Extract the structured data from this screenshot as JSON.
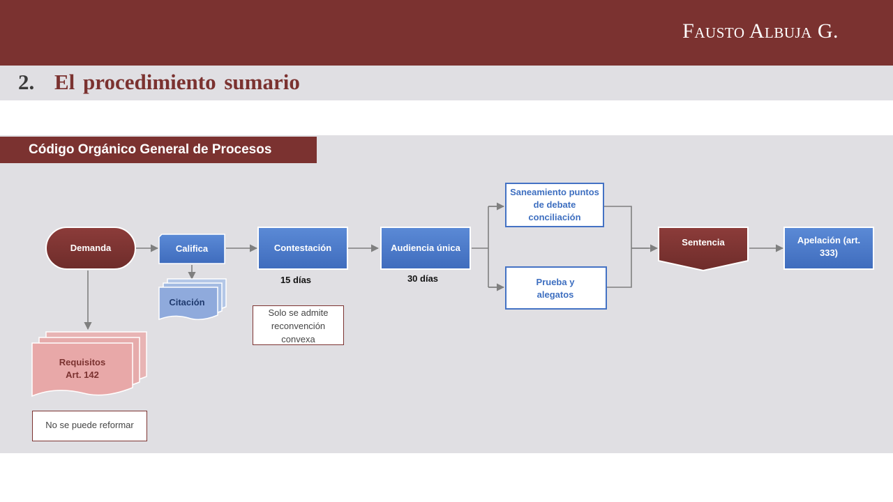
{
  "header": {
    "author": "Fausto Albuja G.",
    "section_number": "2.",
    "section_title": "El procedimiento sumario"
  },
  "panel": {
    "tab_label": "Código Orgánico General de Procesos"
  },
  "flow": {
    "demanda": "Demanda",
    "califica": "Califica",
    "citacion": "Citación",
    "contestacion": "Contestación",
    "contestacion_term": "15 días",
    "audiencia": "Audiencia única",
    "audiencia_term": "30 días",
    "saneamiento": "Saneamiento puntos de debate conciliación",
    "prueba": "Prueba y alegatos",
    "sentencia": "Sentencia",
    "apelacion": "Apelación (art. 333)",
    "requisitos": "Requisitos Art. 142",
    "note_reconvencion": "Solo se admite reconvención convexa",
    "note_reformar": "No se puede reformar"
  },
  "colors": {
    "maroon": "#7b3230",
    "blue": "#4472c4",
    "light_blue": "#8faadc",
    "pink": "#e8a8a8",
    "panel_grey": "#e0dfe3"
  }
}
